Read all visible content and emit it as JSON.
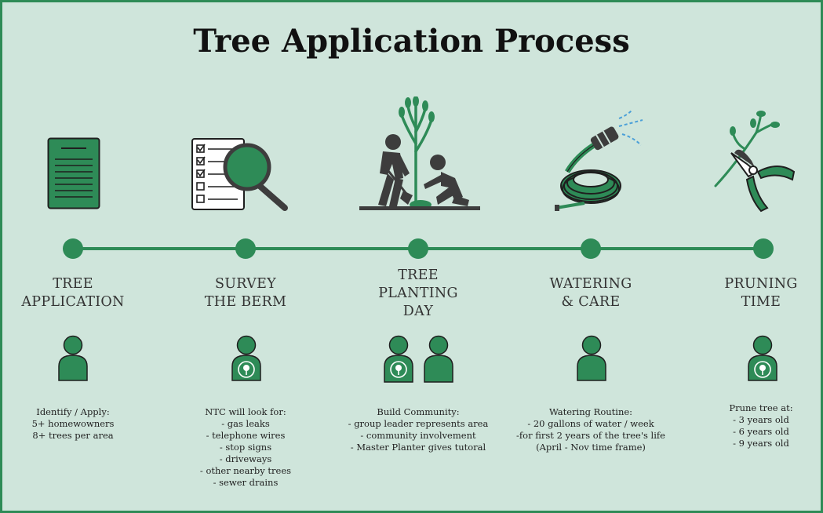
{
  "title": "Tree Application Process",
  "colors": {
    "background": "#cfe5db",
    "accent_green": "#2e8b57",
    "dark_gray": "#3d3d3d",
    "water_blue": "#4a9fd8"
  },
  "stages": [
    {
      "title_lines": [
        "TREE",
        "APPLICATION"
      ],
      "icon": "document-icon",
      "people": 1,
      "people_with_logo": false,
      "desc_lines": [
        "Identify / Apply:",
        "5+ homewowners",
        "8+ trees per area"
      ]
    },
    {
      "title_lines": [
        "SURVEY",
        "THE BERM"
      ],
      "icon": "checklist-magnifier-icon",
      "people": 1,
      "people_with_logo": true,
      "desc_lines": [
        "NTC will look for:",
        "- gas leaks",
        "- telephone wires",
        "- stop signs",
        "- driveways",
        "- other nearby trees",
        "- sewer drains"
      ]
    },
    {
      "title_lines": [
        "TREE",
        "PLANTING",
        "DAY"
      ],
      "icon": "planting-people-icon",
      "people": 2,
      "people_with_logo": true,
      "desc_lines": [
        "Build Community:",
        "- group leader represents area",
        "- community involvement",
        "- Master Planter gives tutoral"
      ]
    },
    {
      "title_lines": [
        "WATERING",
        "& CARE"
      ],
      "icon": "garden-hose-icon",
      "people": 1,
      "people_with_logo": false,
      "desc_lines": [
        "Watering Routine:",
        "- 20 gallons of water / week",
        "-for first 2 years of the tree's life",
        "(April - Nov time frame)"
      ]
    },
    {
      "title_lines": [
        "PRUNING",
        "TIME"
      ],
      "icon": "pruning-shears-icon",
      "people": 1,
      "people_with_logo": true,
      "desc_lines": [
        "Prune tree at:",
        "- 3 years old",
        "- 6 years old",
        "- 9 years old"
      ]
    }
  ]
}
